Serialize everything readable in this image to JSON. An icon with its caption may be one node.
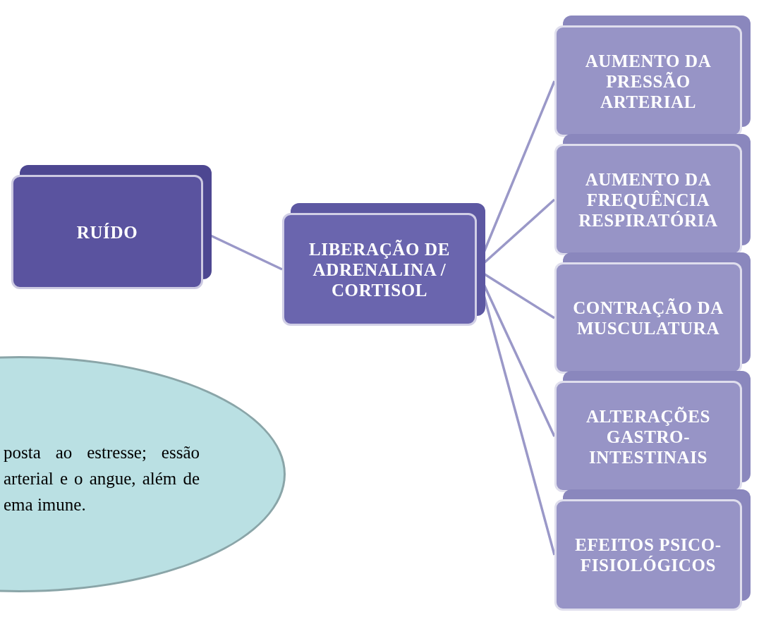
{
  "diagram": {
    "nodes": [
      {
        "text": [
          "RUÍDO"
        ]
      },
      {
        "text": [
          "LIBERAÇÃO DE ADRENALINA / CORTISOL"
        ]
      },
      {
        "text": [
          "AUMENTO DA PRESSÃO ARTERIAL"
        ]
      },
      {
        "text": [
          "AUMENTO DA FREQUÊNCIA RESPIRATÓRIA"
        ]
      },
      {
        "text": [
          "CONTRAÇÃO DA MUSCULATURA"
        ]
      },
      {
        "text": [
          "ALTERAÇÕES GASTRO-INTESTINAIS"
        ]
      },
      {
        "text": [
          "EFEITOS PSICO-FISIOLÓGICOS"
        ]
      },
      {
        "text": [
          "posta ao estresse; essão arterial e o angue, além de ema imune."
        ]
      }
    ],
    "edges": [
      {
        "from": 0,
        "to": 1,
        "arrow": "none"
      },
      {
        "from": 1,
        "to": 2,
        "arrow": "none"
      },
      {
        "from": 1,
        "to": 3,
        "arrow": "none"
      },
      {
        "from": 1,
        "to": 4,
        "arrow": "none"
      },
      {
        "from": 1,
        "to": 5,
        "arrow": "none"
      },
      {
        "from": 1,
        "to": 6,
        "arrow": "none"
      }
    ]
  }
}
